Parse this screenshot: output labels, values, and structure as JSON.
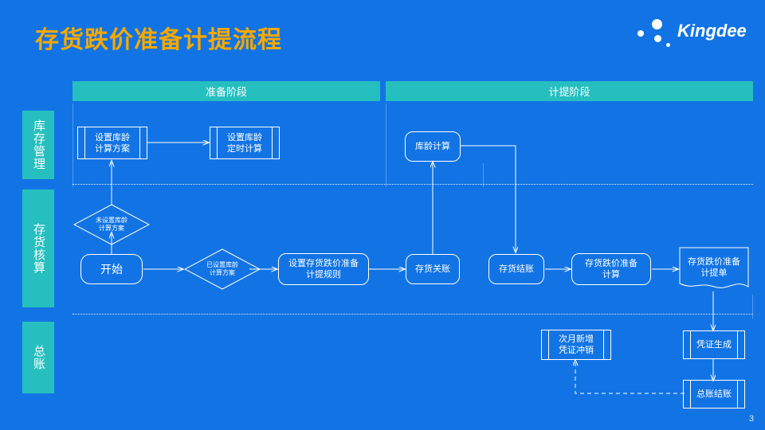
{
  "slide": {
    "title": "存货跌价准备计提流程",
    "page_number": "3",
    "background_color": "#1274e4",
    "title_color": "#f5a800",
    "accent_color": "#26bfbf"
  },
  "logo": {
    "brand": "Kingdee"
  },
  "stages": [
    {
      "id": "prep",
      "label": "准备阶段"
    },
    {
      "id": "provision",
      "label": "计提阶段"
    }
  ],
  "lanes": [
    {
      "id": "inventory-mgmt",
      "label": "库存管理"
    },
    {
      "id": "inventory-acct",
      "label": "存货核算"
    },
    {
      "id": "general-ledger",
      "label": "总账"
    }
  ],
  "nodes": [
    {
      "id": "set-age-scheme",
      "label": "设置库龄\n计算方案",
      "shape": "subroutine",
      "lane": "inventory-mgmt",
      "stage": "prep"
    },
    {
      "id": "set-age-schedule",
      "label": "设置库龄\n定时计算",
      "shape": "subroutine",
      "lane": "inventory-mgmt",
      "stage": "prep"
    },
    {
      "id": "age-calc",
      "label": "库龄计算",
      "shape": "rounded",
      "lane": "inventory-mgmt",
      "stage": "provision"
    },
    {
      "id": "decision-not-set",
      "label": "未设置库龄\n计算方案",
      "shape": "decision",
      "lane": "inventory-acct",
      "stage": "prep"
    },
    {
      "id": "start",
      "label": "开始",
      "shape": "terminator",
      "lane": "inventory-acct",
      "stage": "prep"
    },
    {
      "id": "decision-already-set",
      "label": "已设置库龄\n计算方案",
      "shape": "decision",
      "lane": "inventory-acct",
      "stage": "prep"
    },
    {
      "id": "set-provision-rule",
      "label": "设置存货跌价准备\n计提规则",
      "shape": "rounded",
      "lane": "inventory-acct",
      "stage": "prep"
    },
    {
      "id": "inventory-close",
      "label": "存货关账",
      "shape": "rounded",
      "lane": "inventory-acct",
      "stage": "provision"
    },
    {
      "id": "inventory-settle",
      "label": "存货结账",
      "shape": "rounded",
      "lane": "inventory-acct",
      "stage": "provision"
    },
    {
      "id": "provision-calc",
      "label": "存货跌价准备\n计算",
      "shape": "rounded",
      "lane": "inventory-acct",
      "stage": "provision"
    },
    {
      "id": "provision-doc",
      "label": "存货跌价准备\n计提单",
      "shape": "document",
      "lane": "inventory-acct",
      "stage": "provision"
    },
    {
      "id": "next-month-reversal",
      "label": "次月新增\n凭证冲销",
      "shape": "subroutine",
      "lane": "general-ledger",
      "stage": "provision"
    },
    {
      "id": "voucher-generate",
      "label": "凭证生成",
      "shape": "subroutine",
      "lane": "general-ledger",
      "stage": "provision"
    },
    {
      "id": "gl-settle",
      "label": "总账结账",
      "shape": "subroutine",
      "lane": "general-ledger",
      "stage": "provision"
    }
  ],
  "edges": [
    {
      "from": "set-age-scheme",
      "to": "set-age-schedule",
      "style": "solid"
    },
    {
      "from": "decision-not-set",
      "to": "set-age-scheme",
      "style": "solid"
    },
    {
      "from": "start",
      "to": "decision-not-set",
      "style": "solid"
    },
    {
      "from": "start",
      "to": "decision-already-set",
      "style": "solid"
    },
    {
      "from": "decision-already-set",
      "to": "set-provision-rule",
      "style": "solid"
    },
    {
      "from": "set-provision-rule",
      "to": "inventory-close",
      "style": "solid"
    },
    {
      "from": "inventory-close",
      "to": "age-calc",
      "style": "solid"
    },
    {
      "from": "age-calc",
      "to": "inventory-settle",
      "style": "solid"
    },
    {
      "from": "inventory-settle",
      "to": "provision-calc",
      "style": "solid"
    },
    {
      "from": "provision-calc",
      "to": "provision-doc",
      "style": "solid"
    },
    {
      "from": "provision-doc",
      "to": "voucher-generate",
      "style": "solid"
    },
    {
      "from": "voucher-generate",
      "to": "gl-settle",
      "style": "solid"
    },
    {
      "from": "gl-settle",
      "to": "next-month-reversal",
      "style": "dashed"
    }
  ]
}
